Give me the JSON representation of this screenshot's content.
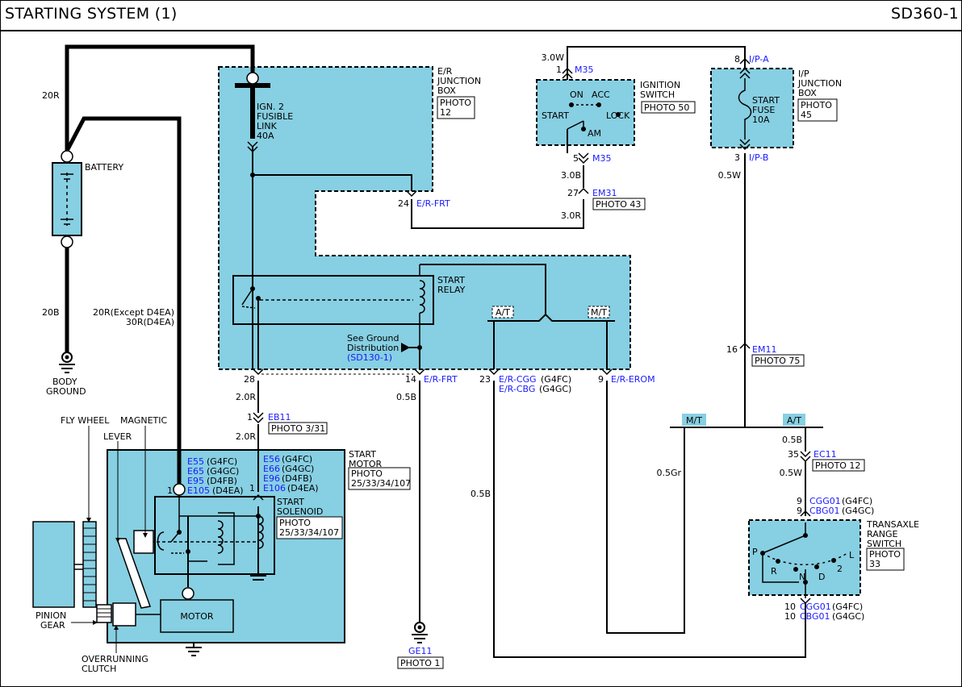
{
  "header": {
    "title": "STARTING SYSTEM (1)",
    "code": "SD360-1"
  },
  "colors": {
    "module_fill": "#87cfe2",
    "wire": "#000000",
    "connector_text": "#1a1aff",
    "tag_fill": "#87cfe2"
  },
  "battery": {
    "label": "BATTERY",
    "wire_top": "20R",
    "wire_bottom": "20B",
    "ground_label_1": "BODY",
    "ground_label_2": "GROUND"
  },
  "junction_box": {
    "title_1": "E/R",
    "title_2": "JUNCTION",
    "title_3": "BOX",
    "photo_1": "PHOTO",
    "photo_2": "12",
    "fusible_1": "IGN. 2",
    "fusible_2": "FUSIBLE",
    "fusible_3": "LINK",
    "fusible_4": "40A",
    "pin_24": "24",
    "conn_24": "E/R-FRT",
    "relay_1": "START",
    "relay_2": "RELAY",
    "ground_note_1": "See Ground",
    "ground_note_2": "Distribution",
    "ground_note_3": "(SD130-1)",
    "tag_at": "A/T",
    "tag_mt": "M/T",
    "pin_28": "28",
    "pin_14": "14",
    "conn_14": "E/R-FRT",
    "pin_23": "23",
    "conn_23a": "E/R-CGG",
    "conn_23a_note": "(G4FC)",
    "conn_23b": "E/R-CBG",
    "conn_23b_note": "(G4GC)",
    "pin_9": "9",
    "conn_9": "E/R-EROM"
  },
  "ignition_switch": {
    "wire_top": "3.0W",
    "pin_1": "1",
    "conn_top": "M35",
    "title_1": "IGNITION",
    "title_2": "SWITCH",
    "photo": "PHOTO 50",
    "pos_on": "ON",
    "pos_acc": "ACC",
    "pos_start": "START",
    "pos_lock": "LOCK",
    "pos_am": "AM",
    "pin_5": "5",
    "conn_bottom": "M35",
    "wire_mid": "3.0B",
    "pin_27": "27",
    "conn_em31": "EM31",
    "photo_em31": "PHOTO 43",
    "wire_low": "3.0R"
  },
  "ip_junction": {
    "pin_8": "8",
    "conn_top": "I/P-A",
    "title_1": "I/P",
    "title_2": "JUNCTION",
    "title_3": "BOX",
    "photo_1": "PHOTO",
    "photo_2": "45",
    "fuse_1": "START",
    "fuse_2": "FUSE",
    "fuse_3": "10A",
    "pin_3": "3",
    "conn_bottom": "I/P-B",
    "wire": "0.5W",
    "pin_16": "16",
    "conn_em11": "EM11",
    "photo_em11": "PHOTO 75"
  },
  "wires": {
    "w_20r_except_1": "20R(Except D4EA)",
    "w_20r_except_2": "30R(D4EA)",
    "w_2_0r_a": "2.0R",
    "pin_eb11": "1",
    "conn_eb11": "EB11",
    "photo_eb11": "PHOTO 3/31",
    "w_2_0r_b": "2.0R",
    "w_0_5b_a": "0.5B",
    "w_0_5b_b": "0.5B",
    "w_0_5gr": "0.5Gr",
    "tag_mt": "M/T",
    "tag_at": "A/T",
    "w_0_5b_c": "0.5B",
    "pin_35": "35",
    "conn_ec11": "EC11",
    "photo_ec11": "PHOTO 12",
    "w_0_5w": "0.5W",
    "ground_ge11": "GE11",
    "photo_ge11": "PHOTO 1"
  },
  "start_motor": {
    "title_1": "START",
    "title_2": "MOTOR",
    "photo_1": "PHOTO",
    "photo_2": "25/33/34/107",
    "left_conns": [
      {
        "code": "E55",
        "note": "(G4FC)"
      },
      {
        "code": "E65",
        "note": "(G4GC)"
      },
      {
        "code": "E95",
        "note": "(D4FB)"
      },
      {
        "code": "E105",
        "note": "(D4EA)"
      }
    ],
    "right_conns": [
      {
        "code": "E56",
        "note": "(G4FC)"
      },
      {
        "code": "E66",
        "note": "(G4GC)"
      },
      {
        "code": "E96",
        "note": "(D4FB)"
      },
      {
        "code": "E106",
        "note": "(D4EA)"
      }
    ],
    "pin_left": "1",
    "pin_right": "1",
    "solenoid_1": "START",
    "solenoid_2": "SOLENOID",
    "solenoid_photo_1": "PHOTO",
    "solenoid_photo_2": "25/33/34/107",
    "motor": "MOTOR",
    "fly_wheel": "FLY WHEEL",
    "magnetic": "MAGNETIC",
    "lever": "LEVER",
    "pinion_1": "PINION",
    "pinion_2": "GEAR",
    "overrun_1": "OVERRUNNING",
    "overrun_2": "CLUTCH"
  },
  "transaxle": {
    "pin_9a": "9",
    "conn_a": "CGG01",
    "note_a": "(G4FC)",
    "pin_9b": "9",
    "conn_b": "CBG01",
    "note_b": "(G4GC)",
    "title_1": "TRANSAXLE",
    "title_2": "RANGE",
    "title_3": "SWITCH",
    "photo_1": "PHOTO",
    "photo_2": "33",
    "pos_p": "P",
    "pos_r": "R",
    "pos_n": "N",
    "pos_d": "D",
    "pos_2": "2",
    "pos_l": "L",
    "pin_10a": "10",
    "conn_c": "CGG01",
    "note_c": "(G4FC)",
    "pin_10b": "10",
    "conn_d": "CBG01",
    "note_d": "(G4GC)"
  }
}
